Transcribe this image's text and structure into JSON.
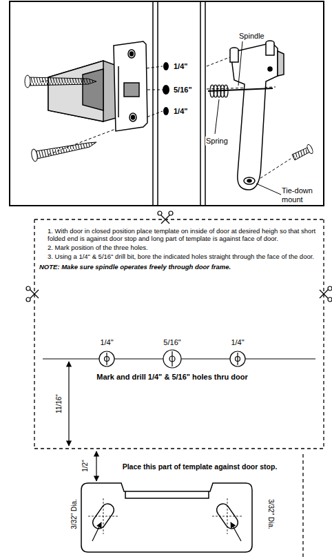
{
  "diagram": {
    "labels": [
      "1/4\"",
      "5/16\"",
      "1/4\"",
      "Spindle",
      "Spring",
      "Tie-down mount",
      "1. With door in closed position place template on inside of door at desired heigh so that short folded end is against door stop and long part of template is against face of door.",
      "2. Mark position of the three holes.",
      "3. Using a 1/4\" & 5/16\" drill bit, bore the indicated holes straight through the face of the door.",
      "NOTE: Make sure spindle operates freely through door frame.",
      "1/4\"",
      "5/16\"",
      "1/4\"",
      "Mark and drill 1/4\" & 5/16\" holes thru door",
      "11/16\"",
      "Place this part of template against door stop.",
      "1/2\"",
      "3/32\" Dia.",
      "3/32\" Dia."
    ]
  }
}
